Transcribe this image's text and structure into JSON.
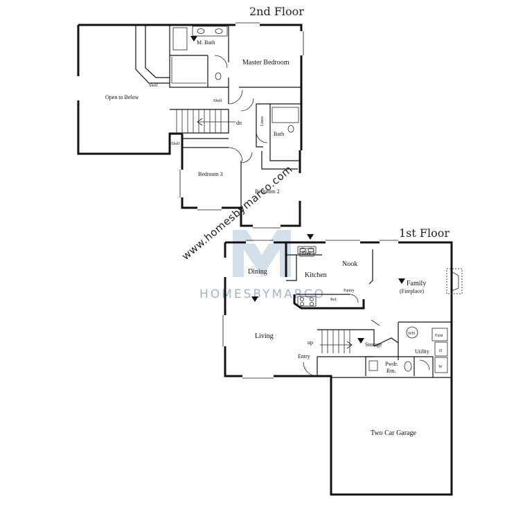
{
  "floors": {
    "second": {
      "title": "2nd Floor",
      "rooms": {
        "m_bath": "M. Bath",
        "master_bedroom": "Master Bedroom",
        "open_to_below": "Open to Below",
        "shelf_a": "Shelf",
        "shelf_b": "Shelf",
        "shelf_c": "Shelf",
        "stair_dn": "dn",
        "linen": "Linen",
        "bath": "Bath",
        "bedroom_3": "Bedroom 3",
        "bedroom_2": "Bedroom 2"
      }
    },
    "first": {
      "title": "1st Floor",
      "rooms": {
        "dining": "Dining",
        "kitchen": "Kitchen",
        "nook": "Nook",
        "dw": "DW",
        "family": "Family",
        "fireplace": "(Fireplace)",
        "pantry": "Pantry",
        "ref": "Ref.",
        "living": "Living",
        "stair_up": "up",
        "storage": "Storage",
        "entry": "Entry",
        "wh": "WH",
        "furn": "Furn",
        "utility": "Utility",
        "dryer": "D",
        "washer": "W",
        "powder_room_line1": "Pwdr.",
        "powder_room_line2": "Rm.",
        "garage": "Two Car Garage"
      }
    }
  },
  "watermark": {
    "url": "www.homesbymarco.com",
    "brand": "HOMESBYMARCO",
    "logo_letter": "M"
  },
  "colors": {
    "walls": "#111111",
    "watermark_logo": "#b9ccd9",
    "watermark_text": "#9fb6c6"
  }
}
